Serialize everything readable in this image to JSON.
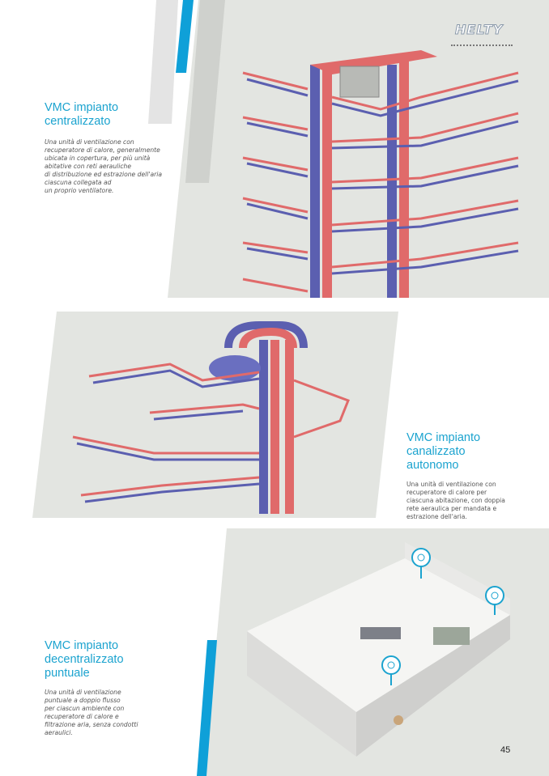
{
  "brand": {
    "logo": "HELTY"
  },
  "sections": [
    {
      "title_lines": [
        "VMC impianto",
        "centralizzato"
      ],
      "desc_lines": [
        "Una unità di ventilazione con",
        "recuperatore di calore, generalmente",
        "ubicata in copertura, per più unità",
        "abitative con reti aerauliche",
        "di distribuzione ed estrazione dell'aria",
        "ciascuna collegata ad",
        "un proprio ventilatore."
      ]
    },
    {
      "title_lines": [
        "VMC impianto",
        "canalizzato",
        "autonomo"
      ],
      "desc_lines": [
        "Una unità di ventilazione con",
        "recuperatore di calore per",
        "ciascuna abitazione, con doppia",
        "rete aeraulica per mandata e",
        "estrazione dell'aria."
      ]
    },
    {
      "title_lines": [
        "VMC impianto",
        "decentralizzato",
        "puntuale"
      ],
      "desc_lines": [
        "Una unità di ventilazione",
        "puntuale a doppio flusso",
        "per ciascun ambiente con",
        "recuperatore di calore e",
        "filtrazione aria, senza condotti",
        "aeraulici."
      ]
    }
  ],
  "page_number": "45",
  "colors": {
    "accent": "#1ba3cf",
    "supply_duct": "#e06a6a",
    "extract_duct": "#5b5fb0",
    "panel": "#e3e5e1"
  }
}
